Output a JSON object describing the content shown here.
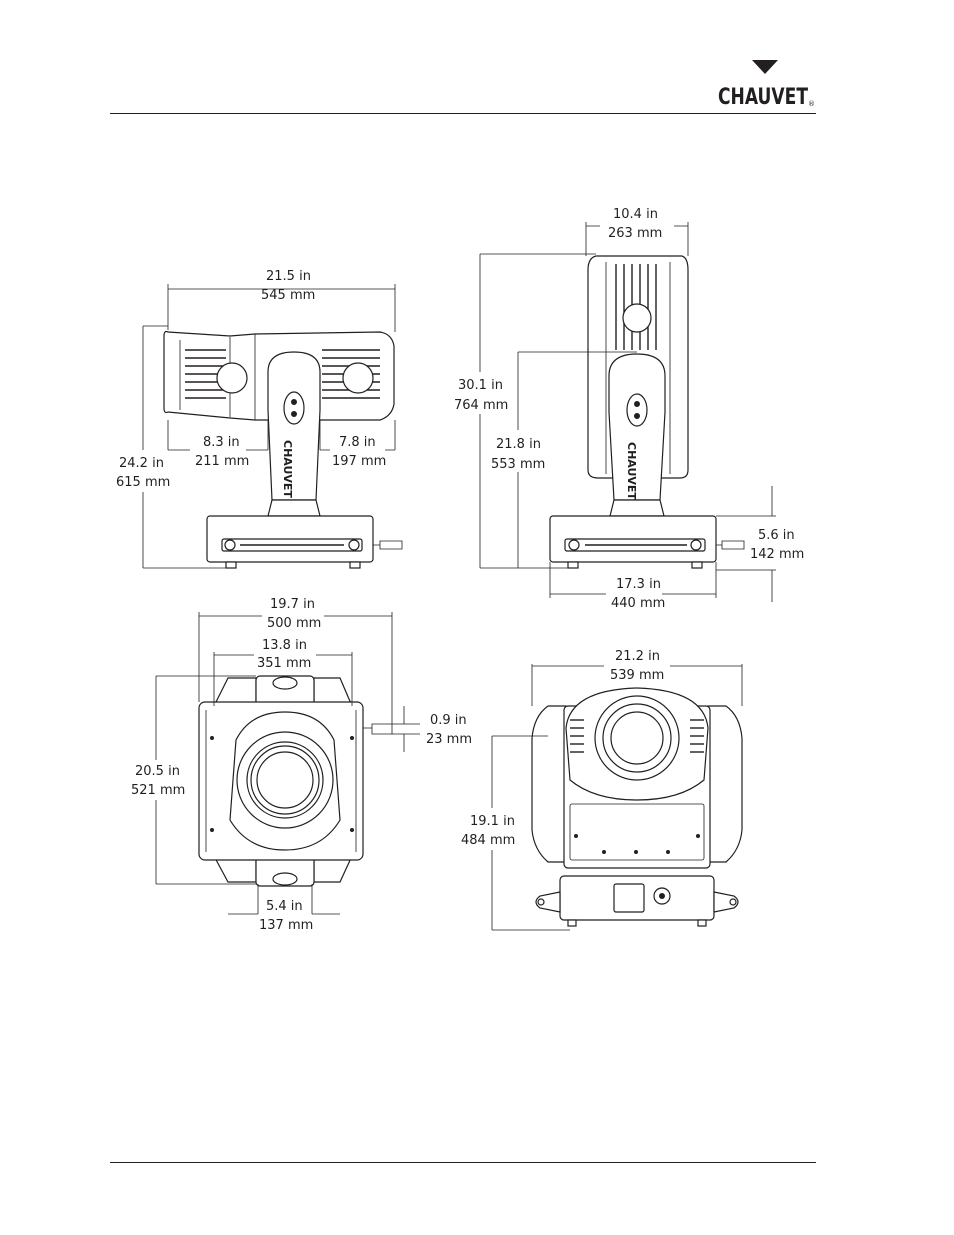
{
  "header": {
    "brand": "CHAUVET",
    "registered": "®"
  },
  "views": {
    "side": {
      "width_in": "21.5 in",
      "width_mm": "545 mm",
      "height_in": "24.2 in",
      "height_mm": "615 mm",
      "left_in": "8.3 in",
      "left_mm": "211 mm",
      "right_in": "7.8 in",
      "right_mm": "197 mm",
      "yoke_logo": "CHAUVET"
    },
    "front": {
      "width_in": "10.4 in",
      "width_mm": "263 mm",
      "height_in": "30.1 in",
      "height_mm": "764 mm",
      "pivot_in": "21.8 in",
      "pivot_mm": "553 mm",
      "base_in": "17.3 in",
      "base_mm": "440 mm",
      "base_height_in": "5.6 in",
      "base_height_mm": "142 mm",
      "yoke_logo": "CHAUVET"
    },
    "top": {
      "width_in": "19.7 in",
      "width_mm": "500 mm",
      "inner_in": "13.8 in",
      "inner_mm": "351 mm",
      "depth_in": "20.5 in",
      "depth_mm": "521 mm",
      "connector_in": "0.9 in",
      "connector_mm": "23 mm",
      "handle_in": "5.4 in",
      "handle_mm": "137 mm"
    },
    "lens": {
      "width_in": "21.2 in",
      "width_mm": "539 mm",
      "height_in": "19.1 in",
      "height_mm": "484 mm"
    }
  }
}
